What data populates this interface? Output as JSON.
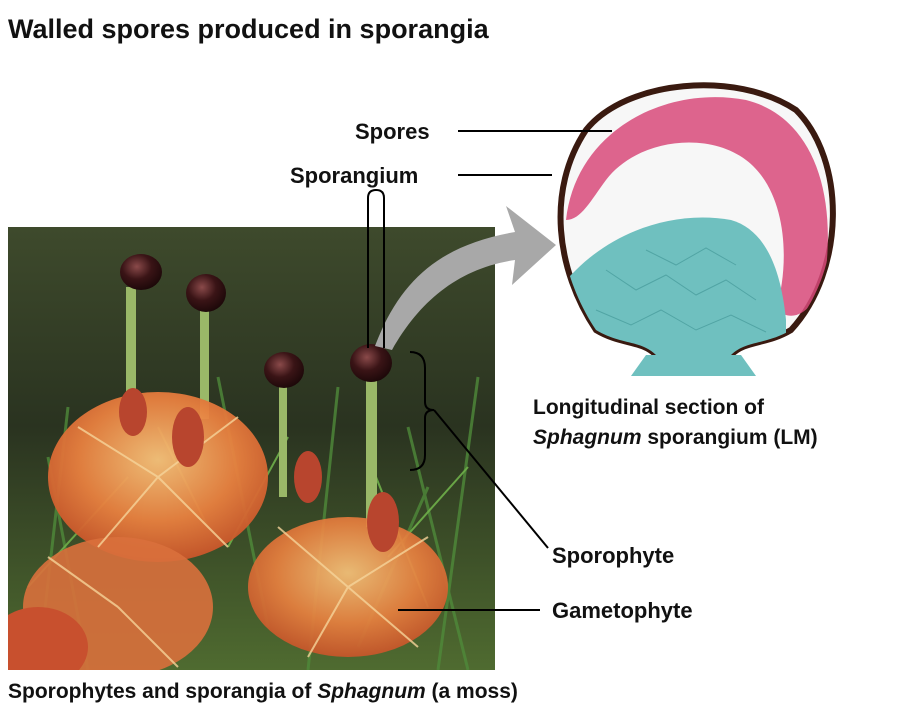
{
  "title": "Walled spores produced in sporangia",
  "labels": {
    "spores": "Spores",
    "sporangium": "Sporangium",
    "sporophyte": "Sporophyte",
    "gametophyte": "Gametophyte"
  },
  "caption_section": {
    "line1": "Longitudinal section of",
    "line2_italic": "Sphagnum",
    "line2_rest": " sporangium (LM)"
  },
  "caption_photo": {
    "prefix": "Sporophytes and sporangia of ",
    "italic": "Sphagnum",
    "suffix": " (a moss)"
  },
  "colors": {
    "spore": "#c8295a",
    "tissue": "#5fb3b3",
    "arrow": "#a8a8a8",
    "moss_orange": "#e8803f",
    "moss_green": "#3f8a3a"
  }
}
